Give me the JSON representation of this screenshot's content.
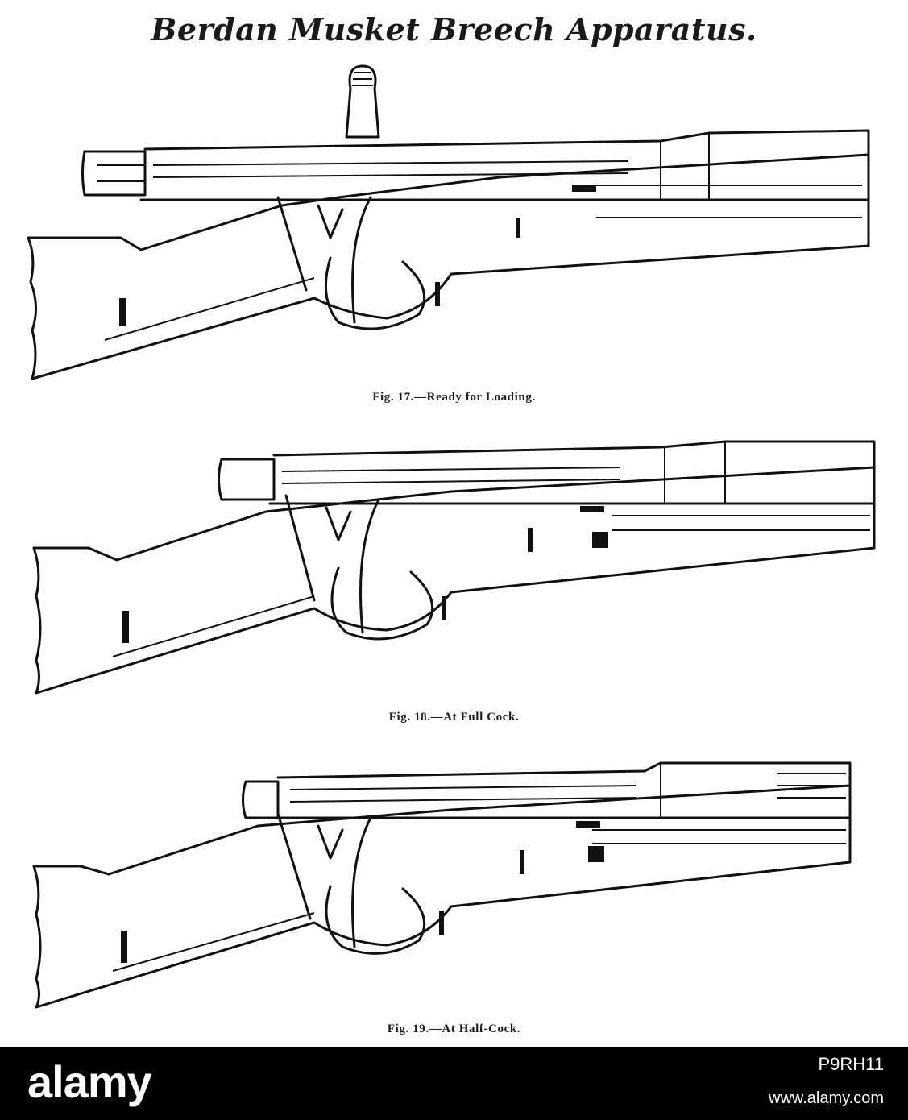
{
  "title": "Berdan Musket Breech Apparatus.",
  "figures": [
    {
      "caption": "Fig. 17.—Ready for Loading."
    },
    {
      "caption": "Fig. 18.—At Full Cock."
    },
    {
      "caption": "Fig. 19.—At Half-Cock."
    }
  ],
  "footer": {
    "brand": "alamy",
    "image_id": "P9RH11",
    "site": "www.alamy.com"
  }
}
